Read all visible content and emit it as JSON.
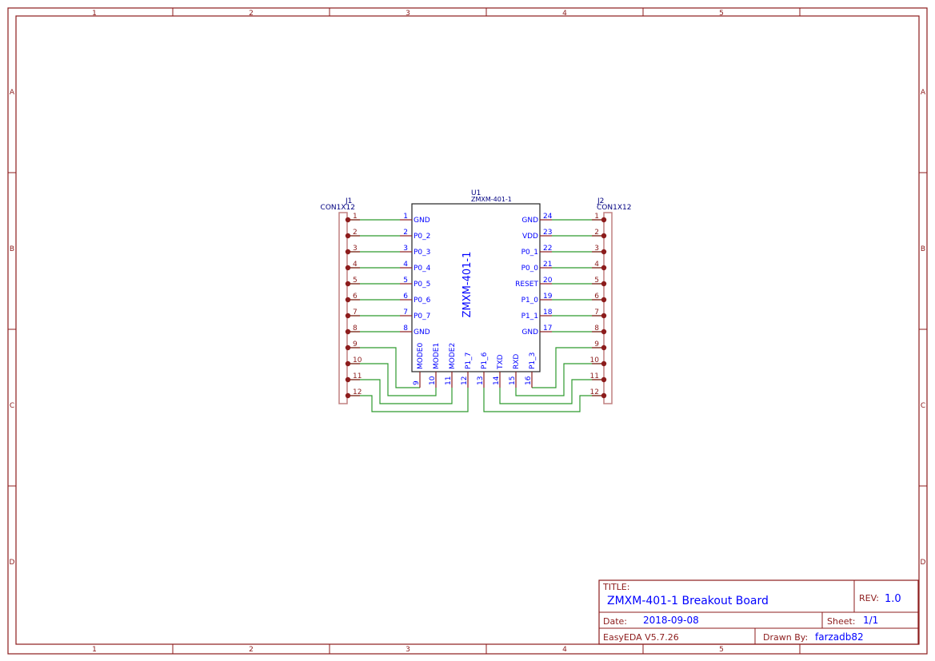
{
  "colors": {
    "frame": "#8c1c1c",
    "wire": "#2e9a2e",
    "pin": "#8c1c1c",
    "pin_name": "#0000ff",
    "part_label": "#000080",
    "connector": "#c08080"
  },
  "frame": {
    "columns": [
      "1",
      "2",
      "3",
      "4",
      "5"
    ],
    "rows": [
      "A",
      "B",
      "C",
      "D"
    ]
  },
  "u1": {
    "designator": "U1",
    "part": "ZMXM-401-1",
    "body_label": "ZMXM-401-1",
    "left_pins": [
      {
        "num": "1",
        "name": "GND"
      },
      {
        "num": "2",
        "name": "P0_2"
      },
      {
        "num": "3",
        "name": "P0_3"
      },
      {
        "num": "4",
        "name": "P0_4"
      },
      {
        "num": "5",
        "name": "P0_5"
      },
      {
        "num": "6",
        "name": "P0_6"
      },
      {
        "num": "7",
        "name": "P0_7"
      },
      {
        "num": "8",
        "name": "GND"
      }
    ],
    "bottom_pins": [
      {
        "num": "9",
        "name": "MODE0"
      },
      {
        "num": "10",
        "name": "MODE1"
      },
      {
        "num": "11",
        "name": "MODE2"
      },
      {
        "num": "12",
        "name": "P1_7"
      },
      {
        "num": "13",
        "name": "P1_6"
      },
      {
        "num": "14",
        "name": "TXD"
      },
      {
        "num": "15",
        "name": "RXD"
      },
      {
        "num": "16",
        "name": "P1_3"
      }
    ],
    "right_pins": [
      {
        "num": "24",
        "name": "GND"
      },
      {
        "num": "23",
        "name": "VDD"
      },
      {
        "num": "22",
        "name": "P0_1"
      },
      {
        "num": "21",
        "name": "P0_0"
      },
      {
        "num": "20",
        "name": "RESET"
      },
      {
        "num": "19",
        "name": "P1_0"
      },
      {
        "num": "18",
        "name": "P1_1"
      },
      {
        "num": "17",
        "name": "GND"
      }
    ]
  },
  "j1": {
    "designator": "J1",
    "part": "CON1X12",
    "pins": [
      "1",
      "2",
      "3",
      "4",
      "5",
      "6",
      "7",
      "8",
      "9",
      "10",
      "11",
      "12"
    ]
  },
  "j2": {
    "designator": "J2",
    "part": "CON1X12",
    "pins": [
      "1",
      "2",
      "3",
      "4",
      "5",
      "6",
      "7",
      "8",
      "9",
      "10",
      "11",
      "12"
    ]
  },
  "title_block": {
    "title_label": "TITLE:",
    "title": "ZMXM-401-1 Breakout Board",
    "rev_label": "REV:",
    "rev": "1.0",
    "date_label": "Date:",
    "date": "2018-09-08",
    "sheet_label": "Sheet:",
    "sheet": "1/1",
    "software": "EasyEDA V5.7.26",
    "drawn_by_label": "Drawn By:",
    "drawn_by": "farzadb82"
  }
}
